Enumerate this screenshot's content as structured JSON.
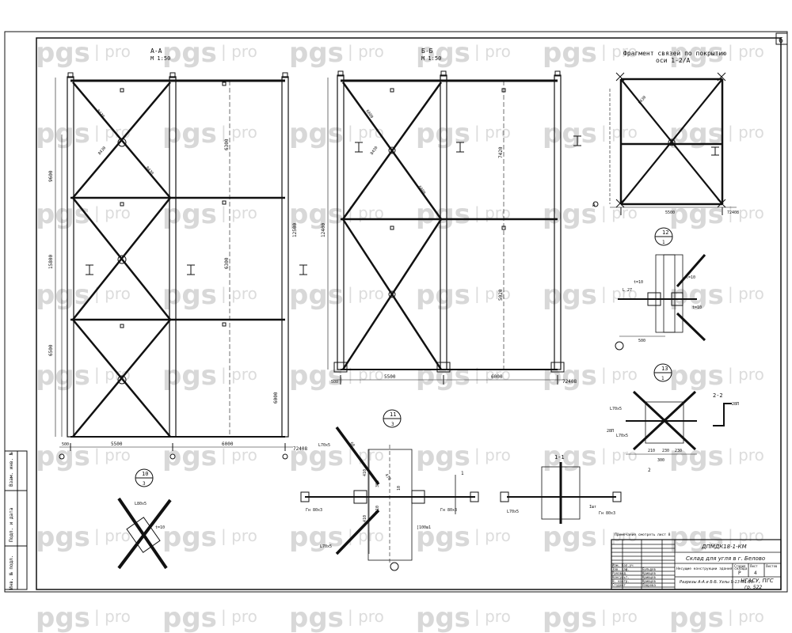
{
  "sheet_number": "6",
  "watermark": {
    "main": "pgs",
    "sep": "|",
    "sub": "pro"
  },
  "views": {
    "a": {
      "title": "А-А",
      "scale": "М 1:50",
      "dims": {
        "bay1": "5500",
        "bay2": "6000",
        "end": "72408",
        "left": "500",
        "h_total": "15800",
        "h_upper": "9600",
        "h_lower": "6500",
        "h_right": "12500",
        "h_mid": "6300",
        "h_low": "6300",
        "col": "6000"
      },
      "diag_labels": [
        "8430",
        "8430",
        "8430"
      ]
    },
    "b": {
      "title": "Б-Б",
      "scale": "М 1:50",
      "dims": {
        "bay1": "5500",
        "bay2": "6000",
        "end": "72408",
        "left": "500",
        "h_total": "12400",
        "h_upper": "7420",
        "h_lower": "5020"
      },
      "diag_labels": [
        "6600",
        "6600",
        "8430"
      ]
    },
    "frag": {
      "title": "Фрагмент связей по покрытию",
      "subtitle": "оси 1-2/А",
      "axis_a": "А",
      "dims": {
        "w": "5500",
        "end": "72408"
      },
      "diag": "8430"
    }
  },
  "callouts": [
    {
      "id": "n10",
      "num": "10",
      "sheet": "3"
    },
    {
      "id": "n11",
      "num": "11",
      "sheet": "3"
    },
    {
      "id": "n12",
      "num": "12",
      "sheet": "1"
    },
    {
      "id": "n13",
      "num": "13",
      "sheet": "1"
    }
  ],
  "details": {
    "n10": {
      "profile": "L80х5",
      "plate": "t=10"
    },
    "n11": {
      "profile_top": "L70х5",
      "profile_bot": "L70х5",
      "plate": "Гн 80х3",
      "plate2": "Гн 80х3",
      "dims": [
        "410",
        "410",
        "300",
        "310",
        "10",
        "470",
        "60"
      ],
      "sec": "1",
      "tag": "[100ш1"
    },
    "n12": {
      "profile": "L 27",
      "t1": "t=10",
      "t2": "t=10",
      "t3": "t=10",
      "dim": "500"
    },
    "n13": {
      "profile1": "L70х5",
      "profile2": "L70х5",
      "plate": "28П",
      "dims": [
        "210",
        "230",
        "230",
        "300"
      ],
      "sec": "2"
    },
    "s11": {
      "title": "1-1",
      "profile": "L70х5",
      "plate": "Гн 80х3",
      "tag": "Iшт"
    },
    "s22": {
      "title": "2-2",
      "dim": "28П"
    }
  },
  "stamp": {
    "note": "Примечание смотреть лист 8",
    "code": "ДПМДК18-1-КМ",
    "project": "Склад для угля в г. Белово",
    "section": "Несущие конструкции здания склада",
    "sheet_title": "Разрезы А-А и Б-Б. Узлы 9-13 М1:10",
    "org": "НГАСУ, ПГС",
    "group": "гр. 522",
    "stage_h": "Стадия",
    "sheet_h": "Лист",
    "sheets_h": "Листов",
    "stage": "Р",
    "sheet": "4",
    "roles": [
      "Изм. Кол.уч",
      "Зав. каф.",
      "Руковод.",
      "Консульт.",
      "Н. контр.",
      "Студент"
    ],
    "names": [
      "",
      "Бульдов",
      "Кривцов",
      "Кривцов",
      "Кривцов",
      "Лаврова"
    ]
  },
  "left_strip": [
    "Инв. № подл.",
    "Подп. и дата",
    "Взам. инв. №"
  ]
}
